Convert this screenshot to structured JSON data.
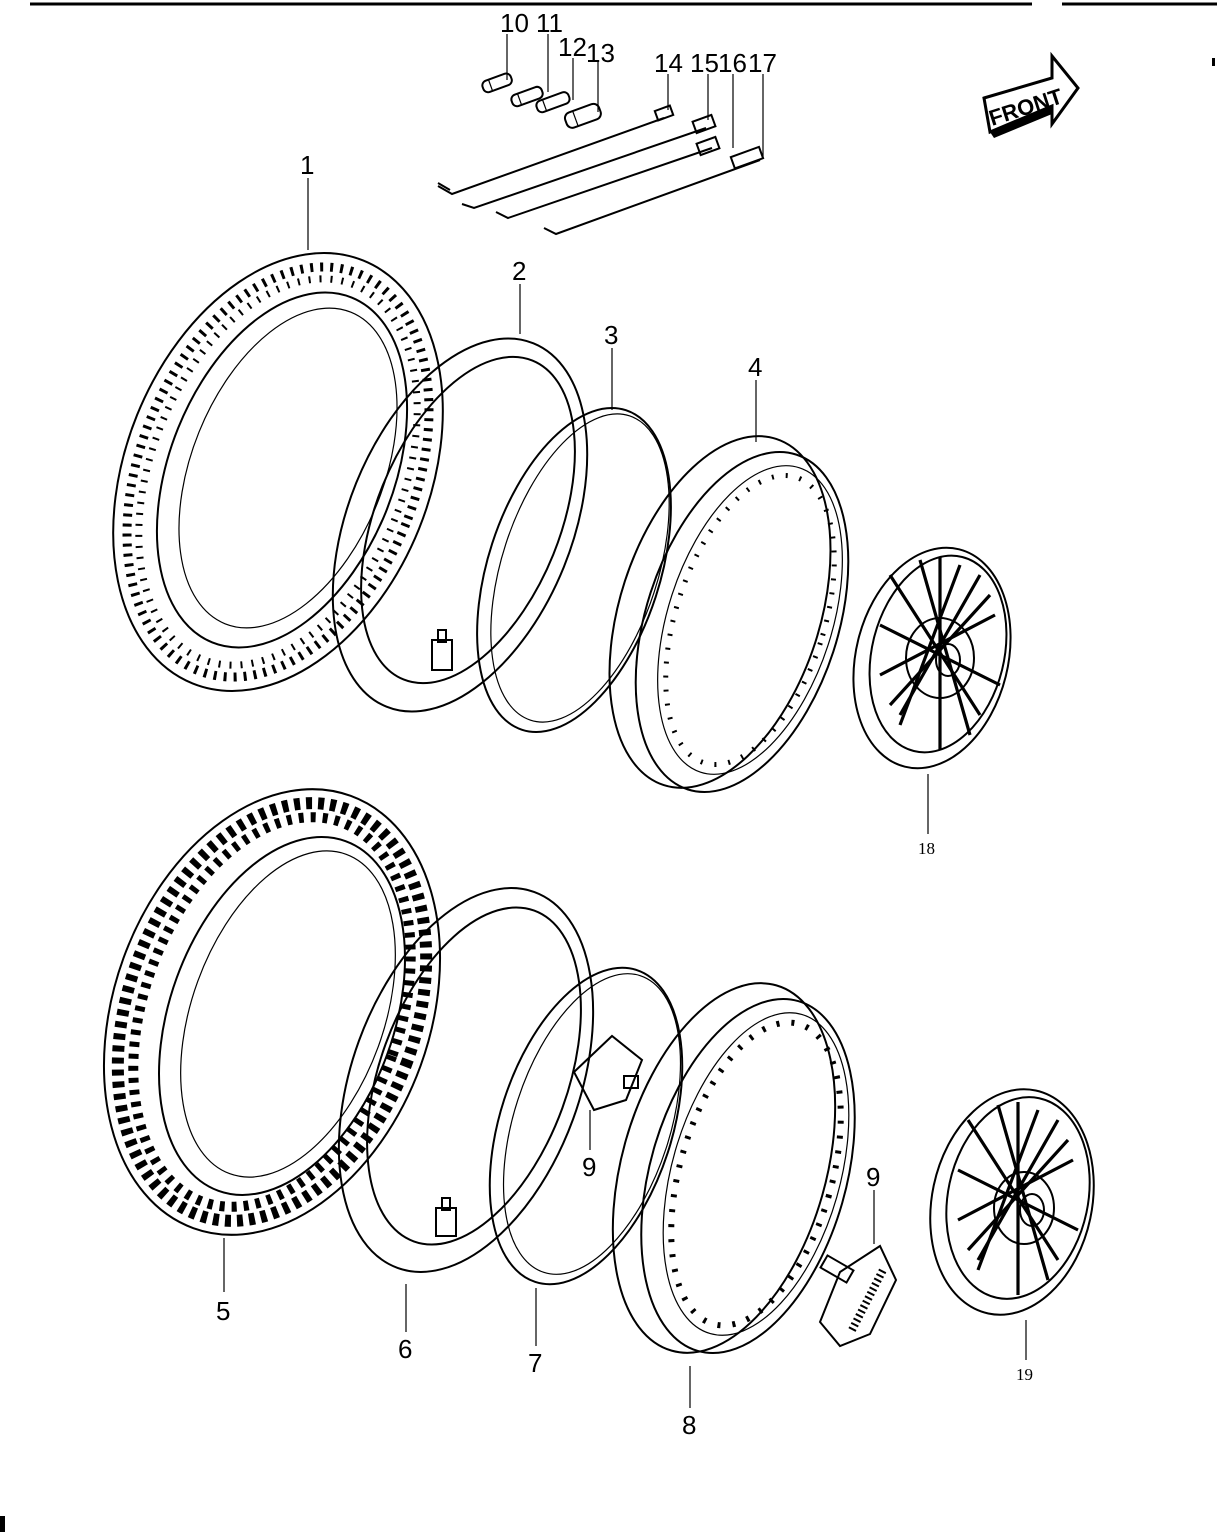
{
  "orientation_badge": {
    "text": "FRONT",
    "icon": "arrow-right-icon"
  },
  "callouts": {
    "c1": "1",
    "c2": "2",
    "c3": "3",
    "c4": "4",
    "c5": "5",
    "c6": "6",
    "c7": "7",
    "c8": "8",
    "c9a": "9",
    "c9b": "9",
    "c10": "10",
    "c11": "11",
    "c12": "12",
    "c13": "13",
    "c14": "14",
    "c15": "15",
    "c16": "16",
    "c17": "17",
    "c18": "18",
    "c19": "19"
  }
}
